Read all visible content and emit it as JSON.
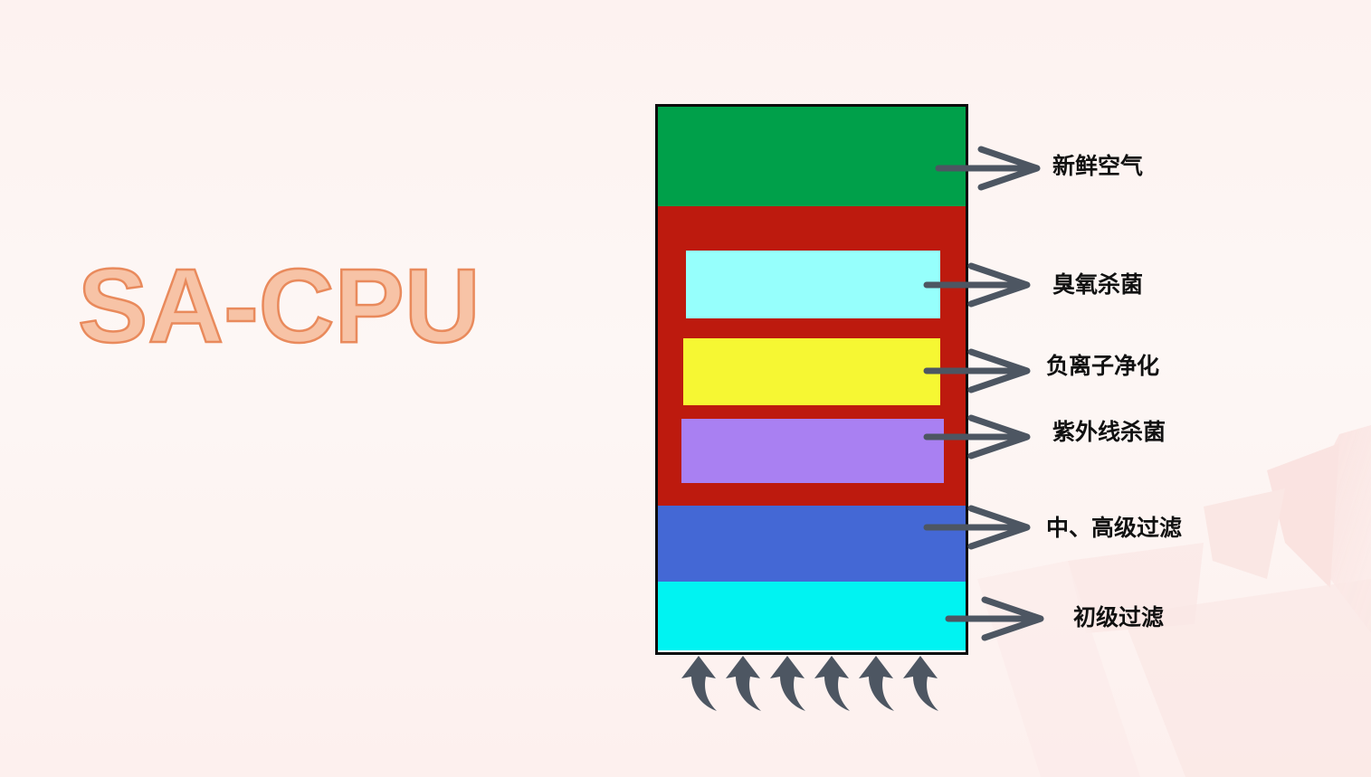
{
  "title": "SA-CPU",
  "colors": {
    "frame": "#0b0b0b",
    "fresh_air": "#00a04a",
    "sterilization_zone": "#bd1a0e",
    "ozone": "#96fffc",
    "negative_ion": "#f6f733",
    "uv": "#a980f2",
    "mid_high_filter": "#4468d5",
    "primary_filter": "#00f3f2",
    "arrow": "#4d5662",
    "title_fill": "#f7c3a6",
    "title_stroke": "#e98a5c"
  },
  "layers": [
    {
      "key": "fresh_air",
      "label": "新鲜空气"
    },
    {
      "key": "ozone",
      "label": "臭氧杀菌"
    },
    {
      "key": "negative_ion",
      "label": "负离子净化"
    },
    {
      "key": "uv",
      "label": "紫外线杀菌"
    },
    {
      "key": "mid_high_filter",
      "label": "中、高级过滤"
    },
    {
      "key": "primary_filter",
      "label": "初级过滤"
    }
  ],
  "inlet_arrow_count": 6
}
